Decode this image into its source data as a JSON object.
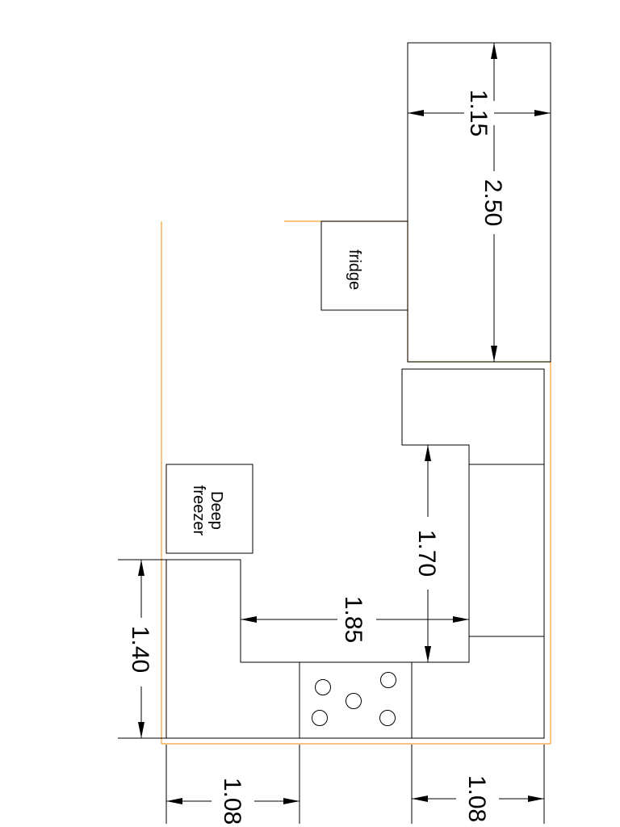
{
  "labels": {
    "fridge": "fridge",
    "deep_freezer_line1": "Deep",
    "deep_freezer_line2": "freezer"
  },
  "dimensions": {
    "d_1_15": "1.15",
    "d_2_50": "2.50",
    "d_1_70": "1.70",
    "d_1_85": "1.85",
    "d_1_40": "1.40",
    "d_1_08_left": "1.08",
    "d_1_08_right": "1.08"
  },
  "colors": {
    "outline": "#000000",
    "wall": "#f0a030"
  }
}
